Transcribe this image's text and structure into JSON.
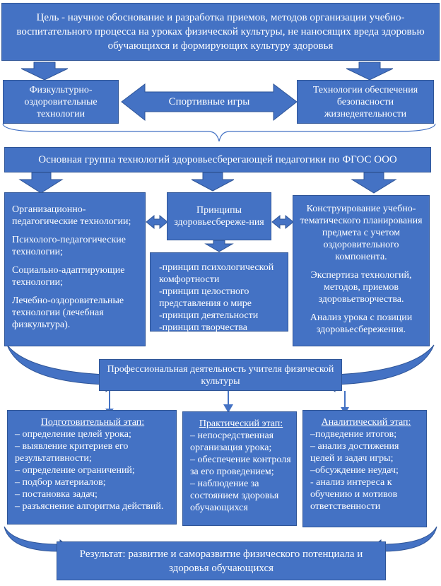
{
  "colors": {
    "box": "#4472c4",
    "border": "#2f5597",
    "text": "#ffffff",
    "bg": "#ffffff"
  },
  "goal": "Цель - научное обоснование и разработка приемов, методов организации учебно-воспитательного процесса на уроках физической культуры, не наносящих вреда здоровью обучающихся и формирующих культуру здоровья",
  "row1": {
    "left": "Физкультурно-оздоровительные технологии",
    "middle": "Спортивные игры",
    "right": "Технологии обеспечения безопасности жизнедеятельности"
  },
  "main_group": "Основная группа технологий здоровьесберегающей педагогики по ФГОС ООО",
  "left_block": {
    "items": [
      "Организационно-педагогические технологии;",
      "Психолого-педагогические технологии;",
      "Социально-адаптирующие технологии;",
      "Лечебно-оздоровительные технологии (лечебная физкультура)."
    ]
  },
  "principles": {
    "title": "Принципы здоровьесбереже-ния",
    "items": [
      "-принцип психологической комфортности",
      "-принцип целостного представления о мире",
      "-принцип деятельности",
      "-принцип творчества"
    ]
  },
  "right_block": {
    "items": [
      "Конструирование учебно-тематического планирования предмета с учетом оздоровительного компонента.",
      "Экспертиза технологий, методов, приемов здоровьетворчества.",
      "Анализ урока с позиции здоровьесбережения."
    ]
  },
  "professional": "Профессиональная деятельность учителя физической культуры",
  "stages": [
    {
      "title": "Подготовительный этап:",
      "items": [
        "– определение целей урока;",
        "– выявление критериев его результативности;",
        "– определение ограничений;",
        "– подбор материалов;",
        "– постановка задач;",
        "– разъяснение алгоритма действий."
      ]
    },
    {
      "title": "Практический этап:",
      "items": [
        "– непосредственная организация урока;",
        "– обеспечение контроля за его проведением;",
        "– наблюдение за состоянием здоровья обучающихся"
      ]
    },
    {
      "title": "Аналитический этап:",
      "items": [
        "–подведение итогов;",
        "– анализ достижения целей и задач игры;",
        "–обсуждение неудач;",
        "- анализ интереса к обучению и мотивов ответственности"
      ]
    }
  ],
  "result": "Результат: развитие и саморазвитие физического потенциала и здоровья обучающихся"
}
